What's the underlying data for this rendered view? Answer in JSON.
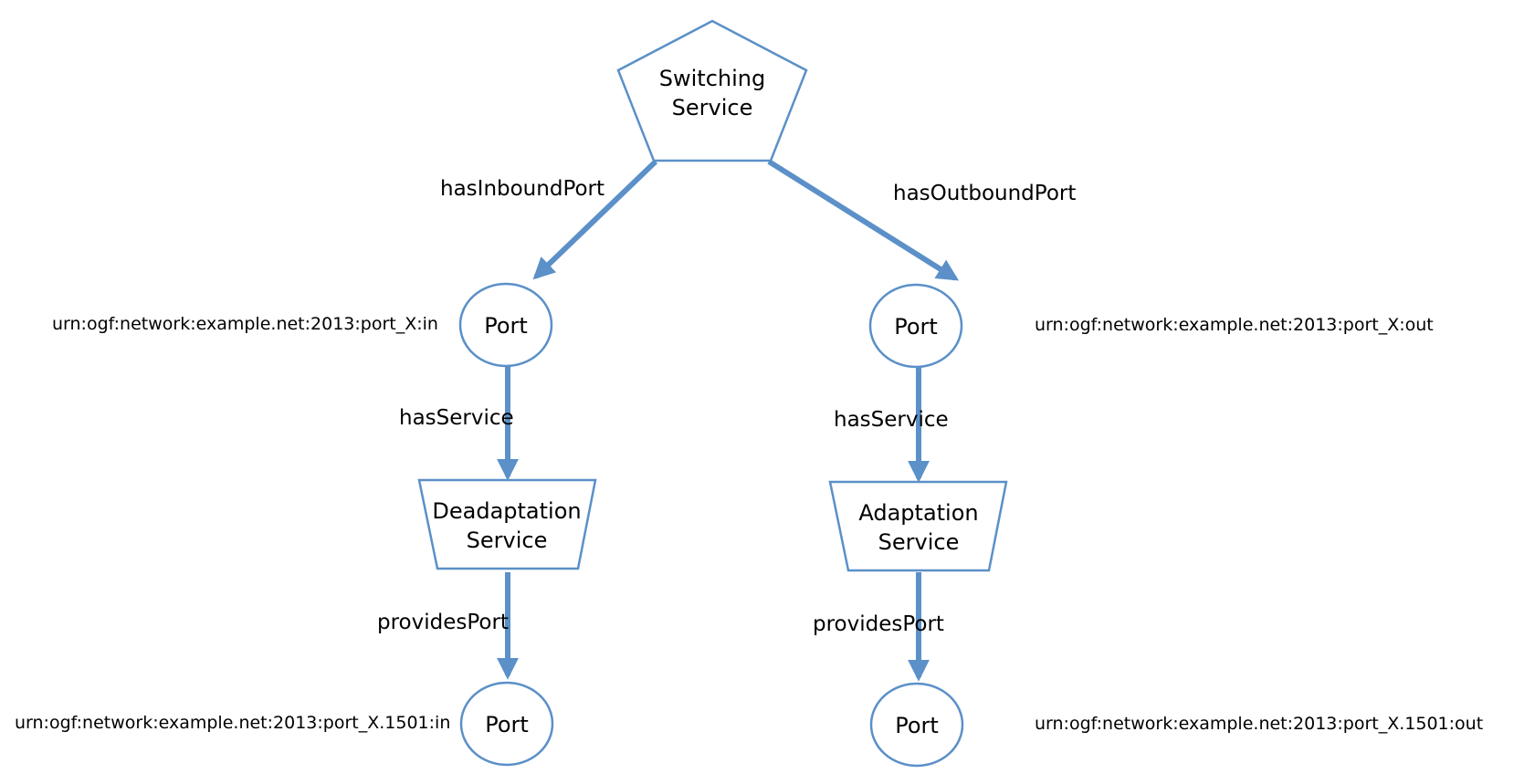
{
  "colors": {
    "stroke": "#5b90c8",
    "text": "#000000",
    "background": "#ffffff"
  },
  "nodes": {
    "switching_service": {
      "line1": "Switching",
      "line2": "Service"
    },
    "port_in": {
      "label": "Port",
      "urn": "urn:ogf:network:example.net:2013:port_X:in"
    },
    "port_out": {
      "label": "Port",
      "urn": "urn:ogf:network:example.net:2013:port_X:out"
    },
    "deadaptation_service": {
      "line1": "Deadaptation",
      "line2": "Service"
    },
    "adaptation_service": {
      "line1": "Adaptation",
      "line2": "Service"
    },
    "port_in_1501": {
      "label": "Port",
      "urn": "urn:ogf:network:example.net:2013:port_X.1501:in"
    },
    "port_out_1501": {
      "label": "Port",
      "urn": "urn:ogf:network:example.net:2013:port_X.1501:out"
    }
  },
  "edges": {
    "has_inbound_port": "hasInboundPort",
    "has_outbound_port": "hasOutboundPort",
    "has_service_left": "hasService",
    "has_service_right": "hasService",
    "provides_port_left": "providesPort",
    "provides_port_right": "providesPort"
  }
}
